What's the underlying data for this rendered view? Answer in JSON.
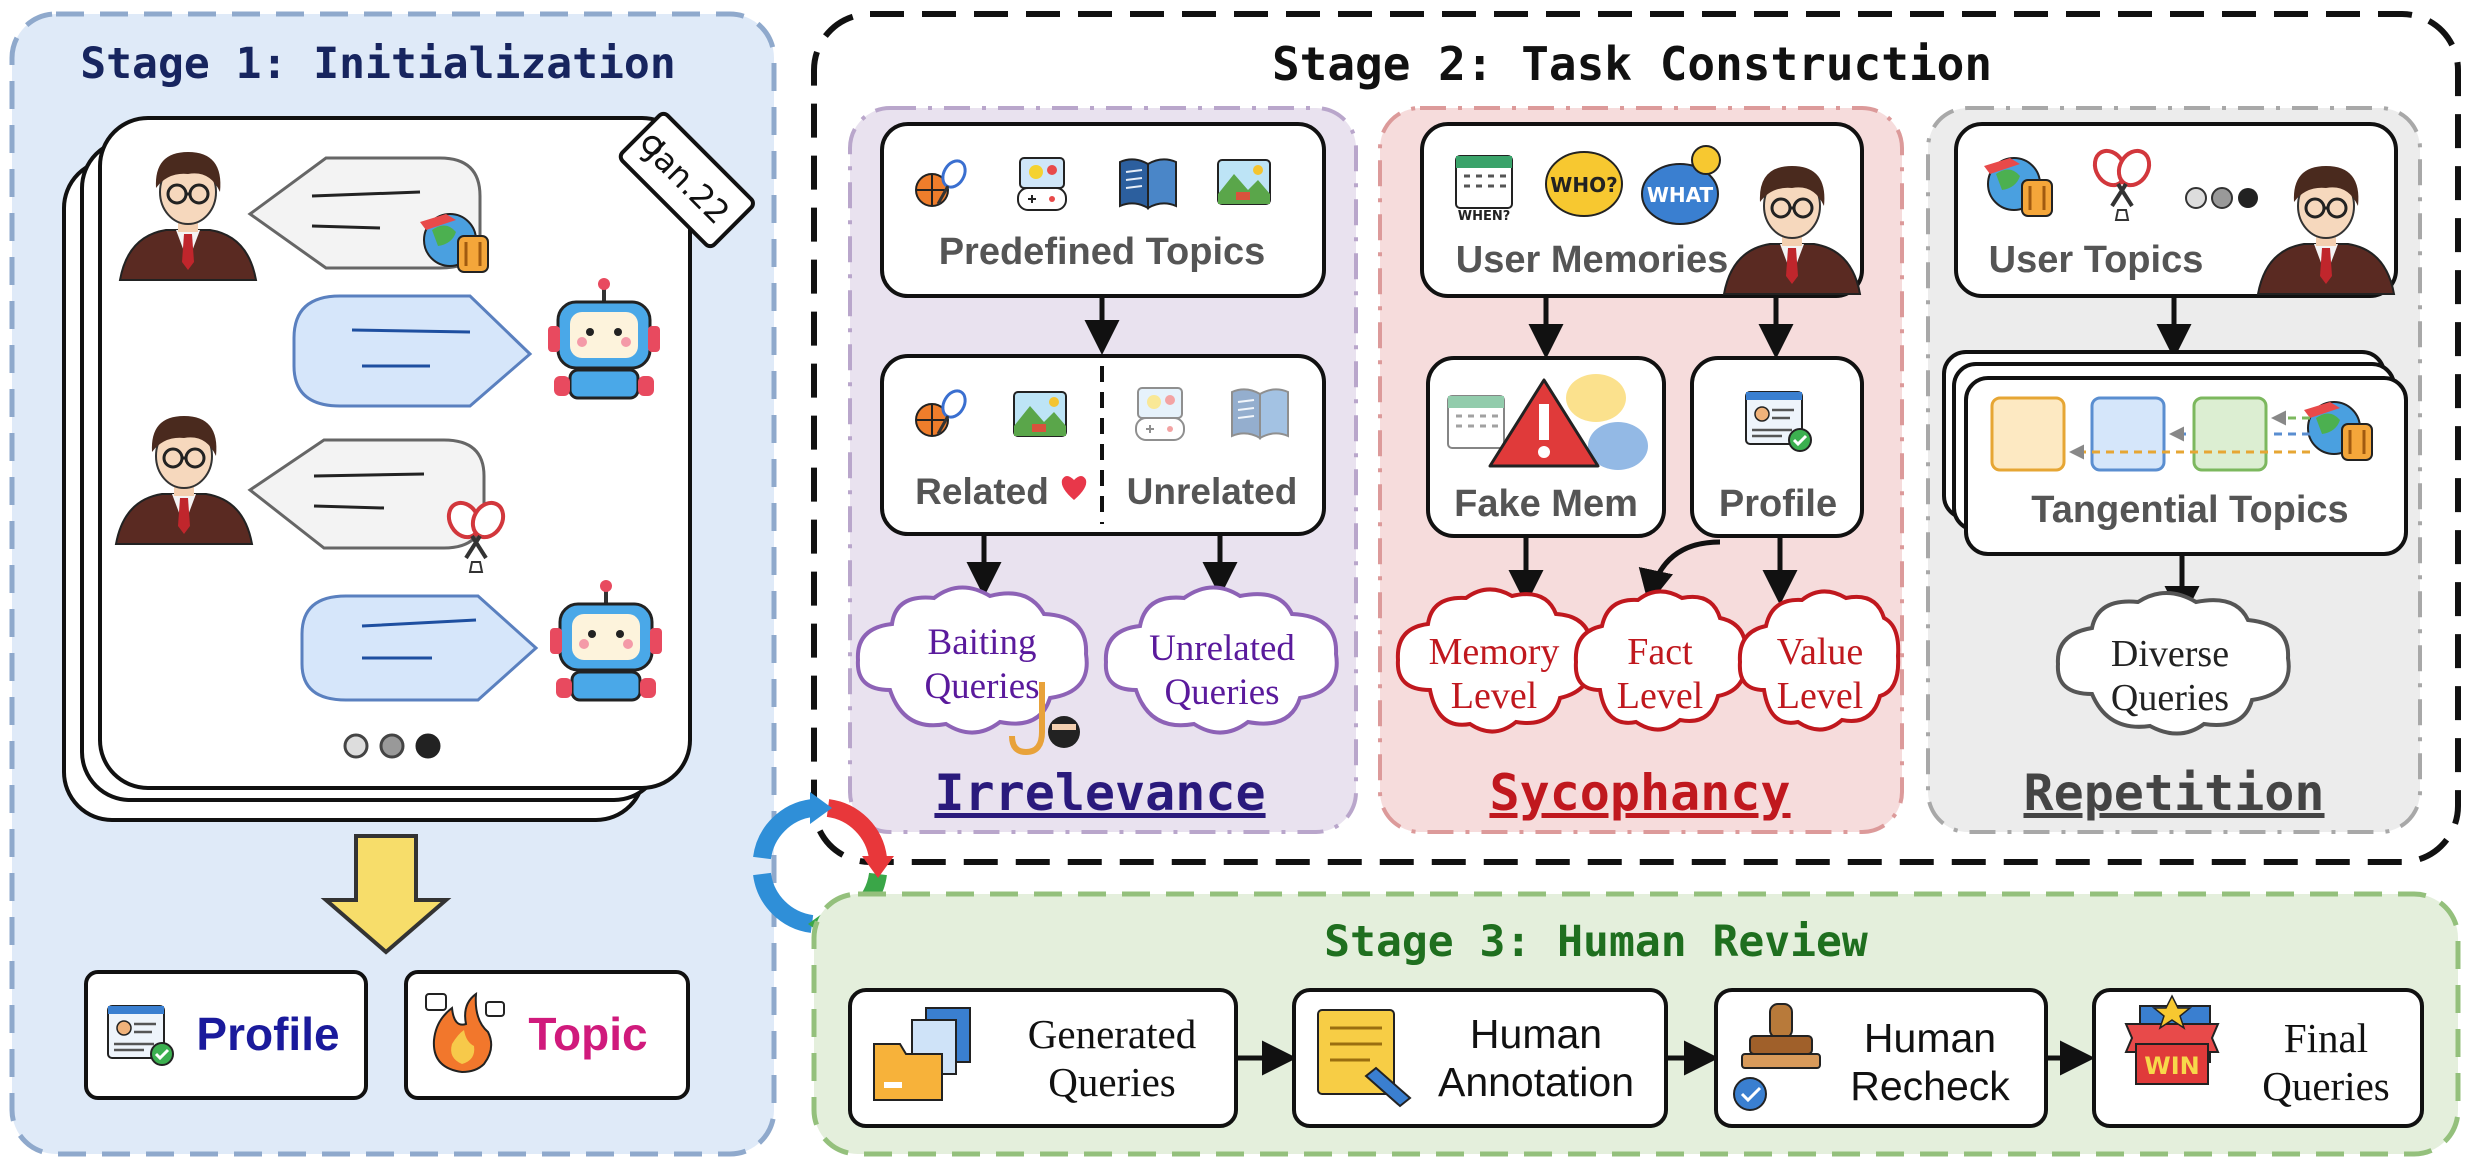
{
  "stage1": {
    "title": "Stage 1: Initialization",
    "date_tag": "Jan.22",
    "outputs": {
      "profile": "Profile",
      "topic": "Topic"
    }
  },
  "stage2": {
    "title": "Stage 2: Task Construction",
    "irrelevance": {
      "predefined": "Predefined Topics",
      "related": "Related",
      "unrelated": "Unrelated",
      "baiting_1": "Baiting",
      "baiting_2": "Queries",
      "unrelated_q_1": "Unrelated",
      "unrelated_q_2": "Queries",
      "label": "Irrelevance"
    },
    "sycophancy": {
      "memories": "User Memories",
      "who": "WHO?",
      "what": "WHAT",
      "when": "WHEN?",
      "fake": "Fake Mem",
      "profile": "Profile",
      "memory_1": "Memory",
      "memory_2": "Level",
      "fact_1": "Fact",
      "fact_2": "Level",
      "value_1": "Value",
      "value_2": "Level",
      "label": "Sycophancy"
    },
    "repetition": {
      "topics": "User Topics",
      "tangential": "Tangential Topics",
      "diverse_1": "Diverse",
      "diverse_2": "Queries",
      "label": "Repetition"
    }
  },
  "stage3": {
    "title": "Stage 3: Human Review",
    "win": "WIN",
    "steps": [
      {
        "line1": "Generated",
        "line2": "Queries"
      },
      {
        "line1": "Human",
        "line2": "Annotation"
      },
      {
        "line1": "Human",
        "line2": "Recheck"
      },
      {
        "line1": "Final",
        "line2": "Queries"
      }
    ]
  },
  "colors": {
    "stage1_bg": "#dfeaf8",
    "stage1_border": "#8fa9cc",
    "stage1_title": "#17255f",
    "irrelevance_bg": "#e9e2ef",
    "irrelevance_text": "#5a1a9c",
    "sycophancy_bg": "#f6dcdc",
    "sycophancy_text": "#c0181e",
    "repetition_bg": "#ececec",
    "repetition_text": "#444444",
    "stage3_bg": "#e4efdc",
    "stage3_title": "#1f6f1f",
    "profile_text": "#1a1a9c",
    "topic_text": "#d01a7c"
  }
}
